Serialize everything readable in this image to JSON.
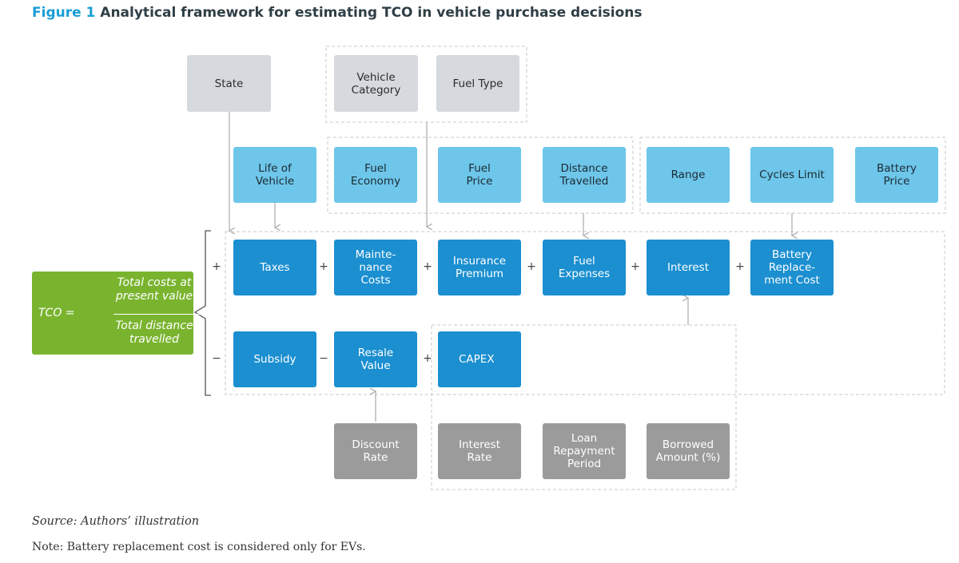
{
  "figure": {
    "number": "Figure 1",
    "title": "Analytical framework for estimating TCO in vehicle purchase decisions"
  },
  "top_inputs": {
    "state": "State",
    "vehicle_category": "Vehicle\nCategory",
    "fuel_type": "Fuel Type"
  },
  "parameters": {
    "life_of_vehicle": "Life of\nVehicle",
    "fuel_economy": "Fuel\nEconomy",
    "fuel_price": "Fuel\nPrice",
    "distance_travelled": "Distance\nTravelled",
    "range": "Range",
    "cycles_limit": "Cycles Limit",
    "battery_price": "Battery\nPrice"
  },
  "cost_components": {
    "taxes": "Taxes",
    "maintenance": "Mainte-\nnance\nCosts",
    "insurance": "Insurance\nPremium",
    "fuel_expenses": "Fuel\nExpenses",
    "interest": "Interest",
    "battery_replacement": "Battery\nReplace-\nment Cost"
  },
  "deductions": {
    "subsidy": "Subsidy",
    "resale_value": "Resale\nValue",
    "capex": "CAPEX"
  },
  "financial_inputs": {
    "discount_rate": "Discount\nRate",
    "interest_rate": "Interest\nRate",
    "loan_repayment": "Loan\nRepayment\nPeriod",
    "borrowed_amount": "Borrowed\nAmount (%)"
  },
  "operators": {
    "plus": "+",
    "minus": "−"
  },
  "tco": {
    "label": "TCO =",
    "numerator": "Total costs at\npresent value",
    "denominator": "Total distance\ntravelled"
  },
  "colors": {
    "title_accent": "#1a9ed6",
    "gray_light": "#d6d9dd",
    "blue_light": "#6ec6ea",
    "blue_dark": "#1b8fd0",
    "gray_dark": "#9b9b9b",
    "green": "#7ab42f"
  },
  "source": "Source: Authors’ illustration",
  "note": "Note: Battery replacement cost is considered only for EVs."
}
